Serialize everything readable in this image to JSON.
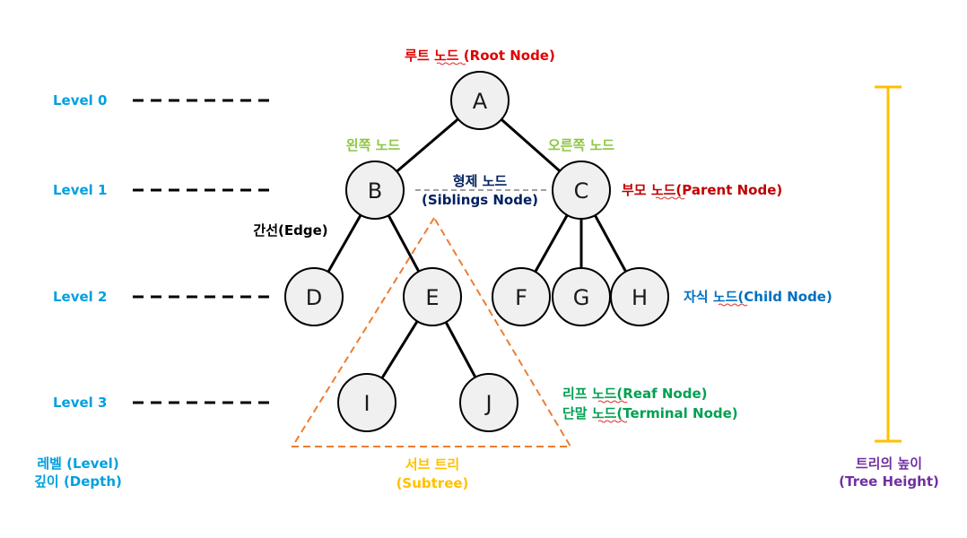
{
  "colors": {
    "node_fill": "#f0f0f0",
    "node_stroke": "#000000",
    "edge": "#000000",
    "level": "#00a0e0",
    "root": "#e00000",
    "green_light": "#8cc63f",
    "parent": "#c00000",
    "siblings": "#002060",
    "child": "#0070c0",
    "leaf": "#00a050",
    "subtree": "#ed7d31",
    "subtree_label": "#ffc000",
    "height": "#ffc000",
    "height_label": "#7030a0"
  },
  "nodes": {
    "A": "A",
    "B": "B",
    "C": "C",
    "D": "D",
    "E": "E",
    "F": "F",
    "G": "G",
    "H": "H",
    "I": "I",
    "J": "J"
  },
  "levels": [
    "Level 0",
    "Level 1",
    "Level 2",
    "Level 3"
  ],
  "labels": {
    "root": "루트 노드 (Root Node)",
    "left": "왼쪽 노드",
    "right": "오른쪽 노드",
    "siblings_1": "형제 노드",
    "siblings_2": "(Siblings Node)",
    "parent": "부모 노드(Parent Node)",
    "edge": "간선(Edge)",
    "child": "자식 노드(Child Node)",
    "leaf_1": "리프 노드(Reaf Node)",
    "leaf_2": "단말 노드(Terminal Node)",
    "level_1": "레벨 (Level)",
    "level_2": "깊이 (Depth)",
    "subtree_1": "서브 트리",
    "subtree_2": "(Subtree)",
    "height_1": "트리의 높이",
    "height_2": "(Tree Height)"
  }
}
